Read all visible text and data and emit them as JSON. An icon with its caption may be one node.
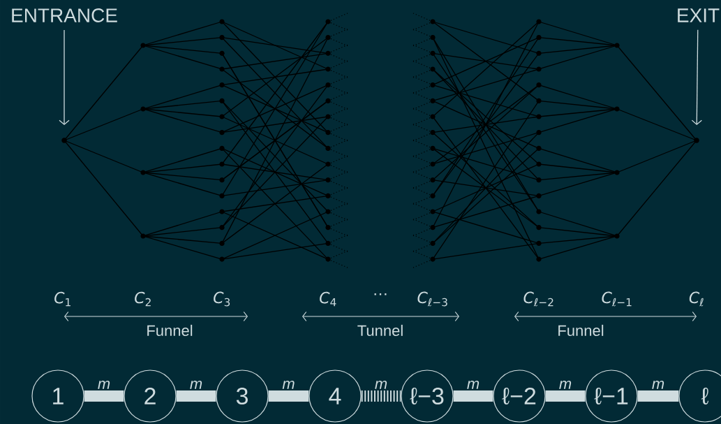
{
  "diagram": {
    "nodes": [
      {
        "text": [
          "ENTRANCE"
        ]
      },
      {
        "text": [],
        "shape": "circle"
      },
      {
        "text": [
          "EXIT"
        ]
      },
      {
        "text": [],
        "shape": "circle"
      },
      {
        "text": [
          "1"
        ]
      },
      {
        "text": [
          "2"
        ]
      },
      {
        "text": [
          "3"
        ]
      },
      {
        "text": [
          "4"
        ]
      },
      {
        "text": [
          "ℓ−3"
        ]
      },
      {
        "text": [
          "ℓ−2"
        ]
      },
      {
        "text": [
          "ℓ−1"
        ]
      },
      {
        "text": [
          "ℓ"
        ]
      }
    ],
    "edges": [
      {
        "from": 0,
        "to": 1,
        "arrow": "to"
      },
      {
        "from": 2,
        "to": 3,
        "arrow": "to"
      },
      {
        "from": 4,
        "to": 5,
        "arrow": "none",
        "label": "m"
      },
      {
        "from": 5,
        "to": 6,
        "arrow": "none",
        "label": "m"
      },
      {
        "from": 6,
        "to": 7,
        "arrow": "none",
        "label": "m"
      },
      {
        "from": 7,
        "to": 8,
        "arrow": "none",
        "label": "m",
        "style": "dashed"
      },
      {
        "from": 8,
        "to": 9,
        "arrow": "none",
        "label": "m"
      },
      {
        "from": 9,
        "to": 10,
        "arrow": "none",
        "label": "m"
      },
      {
        "from": 10,
        "to": 11,
        "arrow": "none",
        "label": "m"
      }
    ],
    "labels": [
      "*C*$_{1}$",
      "*C*$_{2}$",
      "*C*$_{3}$",
      "*C*$_{4}$",
      "⋯",
      "*C*$_{ℓ−3}$",
      "*C*$_{ℓ−2}$",
      "*C*$_{ℓ−1}$",
      "*C*$_{ℓ}$",
      "Funnel",
      "Tunnel",
      "Funnel"
    ]
  }
}
